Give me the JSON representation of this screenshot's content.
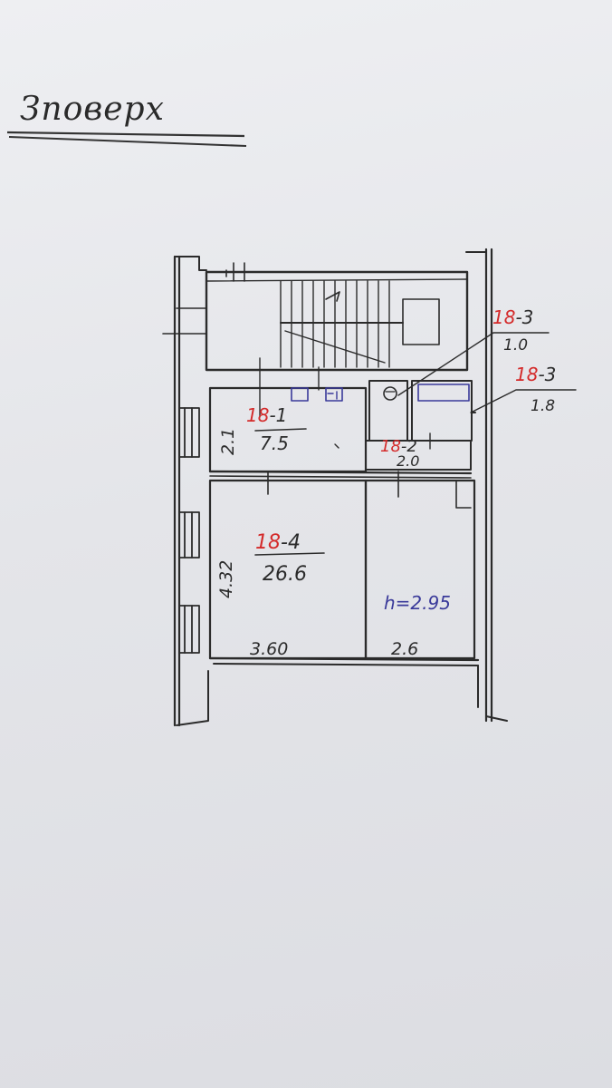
{
  "title": "Зповерх",
  "rooms": [
    {
      "id_prefix": "18",
      "id_suffix": "-1",
      "area": "7.5"
    },
    {
      "id_prefix": "18",
      "id_suffix": "-2",
      "area": "2.0"
    },
    {
      "id_prefix": "18",
      "id_suffix": "-3",
      "area": "1.0"
    },
    {
      "id_prefix": "18",
      "id_suffix": "-3",
      "area": "1.8"
    },
    {
      "id_prefix": "18",
      "id_suffix": "-4",
      "area": "26.6"
    }
  ],
  "dimensions": {
    "kitchen_width": "2.1",
    "room_depth": "4.32",
    "room_width_left": "3.60",
    "room_width_right": "2.6"
  },
  "ceiling_height": "h=2.95",
  "colors": {
    "ink": "#2b2b2b",
    "red_ink": "#d42a2a",
    "blue_ink": "#3a3a9a",
    "paper": "#e6e7ea"
  }
}
